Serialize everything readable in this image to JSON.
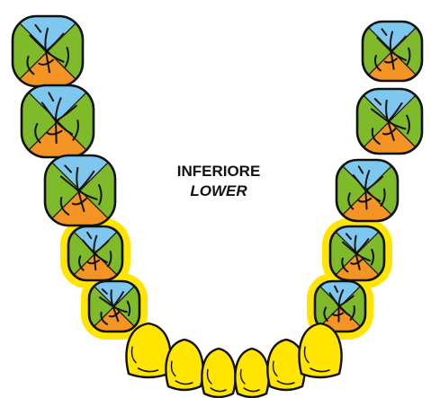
{
  "diagram": {
    "title": "INFERIORE",
    "subtitle": "LOWER"
  },
  "colors": {
    "outline": "#111111",
    "molar_green": "#7fba2a",
    "molar_blue": "#7ec8ef",
    "molar_orange": "#f39424",
    "front_yellow": "#ffe500",
    "premolar_halo": "#ffe500"
  },
  "molars": [
    {
      "name": "left-tooth-1",
      "kind": "molar"
    },
    {
      "name": "left-tooth-2",
      "kind": "molar"
    },
    {
      "name": "left-tooth-3",
      "kind": "molar"
    },
    {
      "name": "left-tooth-4",
      "kind": "premolar"
    },
    {
      "name": "left-tooth-5",
      "kind": "premolar"
    },
    {
      "name": "right-tooth-1",
      "kind": "molar"
    },
    {
      "name": "right-tooth-2",
      "kind": "molar"
    },
    {
      "name": "right-tooth-3",
      "kind": "molar"
    },
    {
      "name": "right-tooth-4",
      "kind": "premolar"
    },
    {
      "name": "right-tooth-5",
      "kind": "premolar"
    }
  ],
  "front_teeth": [
    {
      "name": "front-tooth-1"
    },
    {
      "name": "front-tooth-2"
    },
    {
      "name": "front-tooth-3"
    },
    {
      "name": "front-tooth-4"
    },
    {
      "name": "front-tooth-5"
    },
    {
      "name": "front-tooth-6"
    }
  ]
}
